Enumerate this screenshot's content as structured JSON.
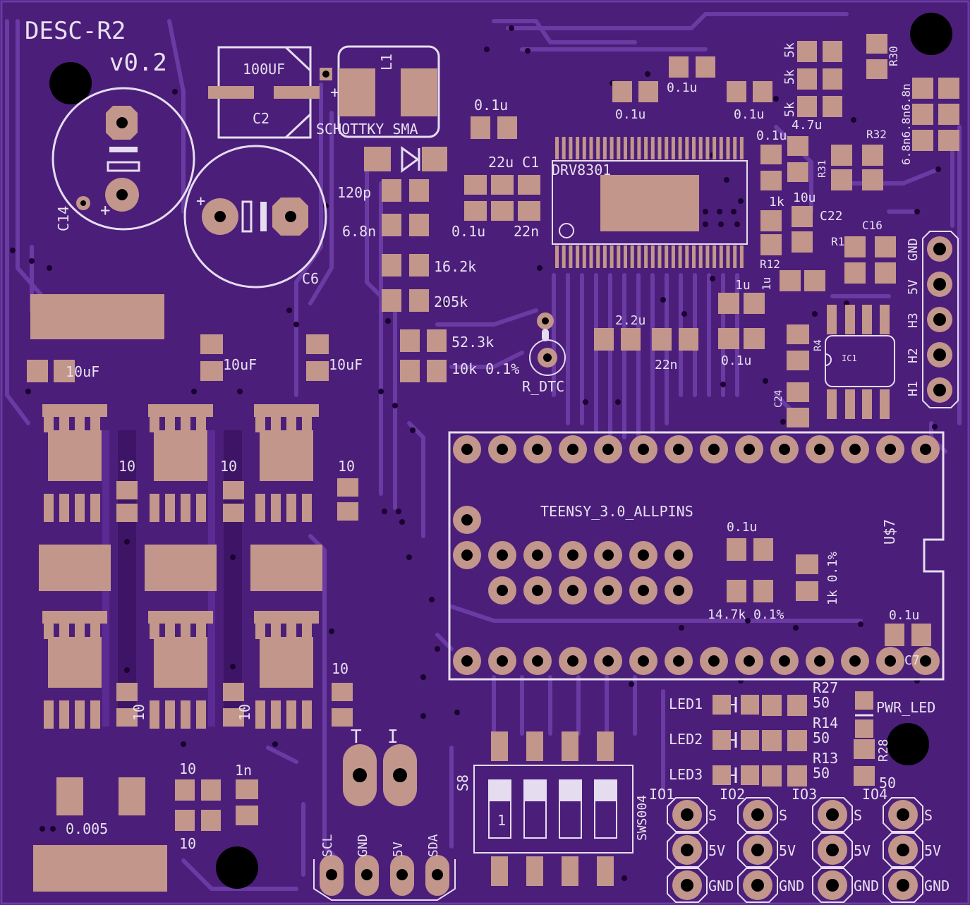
{
  "board": {
    "title": "DESC-R2",
    "version": "v0.2",
    "colors": {
      "substrate": "#4b1e7a",
      "copper": "#6a3ba3",
      "pad": "#c2968a",
      "silkscreen": "#e8e0ef",
      "hole": "#000000"
    }
  },
  "components": {
    "c2_value": "100UF",
    "c2_ref": "C2",
    "l1_ref": "L1",
    "diode_value": "SCHOTTKY_SMA",
    "c14_ref": "C14",
    "c6_ref": "C6",
    "drv_ref": "DRV8301",
    "c1_label": "22u C1",
    "teensy_label": "TEENSY_3.0_ALLPINS",
    "teensy_ref": "U$7",
    "r_dtc": "R_DTC",
    "ic1": "IC1",
    "s8": "S8",
    "sws": "SWS004",
    "pwr_led": "PWR_LED",
    "shunt": "0.005"
  },
  "values": {
    "v120p": "120p",
    "v6_8n": "6.8n",
    "v16_2k": "16.2k",
    "v205k": "205k",
    "v52_3k": "52.3k",
    "v10k": "10k 0.1%",
    "v0_1u_a": "0.1u",
    "v0_1u_b": "0.1u",
    "v0_1u_c": "0.1u",
    "v0_1u_d": "0.1u",
    "v0_1u_e": "0.1u",
    "v0_1u_f": "0.1u",
    "v0_1u_g": "0.1u",
    "v0_1u_h": "0.1u",
    "v0_1u_i": "0.1u",
    "v22n_a": "22n",
    "v22n_b": "22n",
    "v2_2u": "2.2u",
    "v1u_a": "1u",
    "v1u_b": "1u",
    "v1k": "1k",
    "v10u": "10u",
    "c22": "C22",
    "c16": "C16",
    "r1": "R1",
    "r12": "R12",
    "r4": "R4",
    "c24": "C24",
    "r31": "R31",
    "r32": "R32",
    "r30": "R30",
    "v5k_a": "5k",
    "v5k_b": "5k",
    "v5k_c": "5k",
    "v4_7u": "4.7u",
    "v6_8n_row": "6.8n6.8n6.8n",
    "v10uF_a": "10uF",
    "v10uF_b": "10uF",
    "v10uF_c": "10uF",
    "v10_a": "10",
    "v10_b": "10",
    "v10_c": "10",
    "v10_d": "10",
    "v10_e": "10",
    "v10_f": "10",
    "v10_g": "10",
    "v10_h": "10",
    "v1n": "1n",
    "v14_7k": "14.7k 0.1%",
    "v1k_01": "1k 0.1%",
    "c7": "C7"
  },
  "leds": [
    {
      "label": "LED1",
      "ref": "R27",
      "val": "50"
    },
    {
      "label": "LED2",
      "ref": "R14",
      "val": "50"
    },
    {
      "label": "LED3",
      "ref": "R13",
      "val": "50"
    }
  ],
  "r28": {
    "ref": "R28",
    "val": "50"
  },
  "hall_header": [
    "GND",
    "5V",
    "H3",
    "H2",
    "H1"
  ],
  "i2c_header": [
    "SCL",
    "GND",
    "5V",
    "SDA"
  ],
  "ti_labels": [
    "T",
    "I"
  ],
  "io_ports": [
    {
      "name": "IO1"
    },
    {
      "name": "IO2"
    },
    {
      "name": "IO3"
    },
    {
      "name": "IO4"
    }
  ],
  "io_pins": [
    "S",
    "5V",
    "GND"
  ],
  "switch_first": "1"
}
